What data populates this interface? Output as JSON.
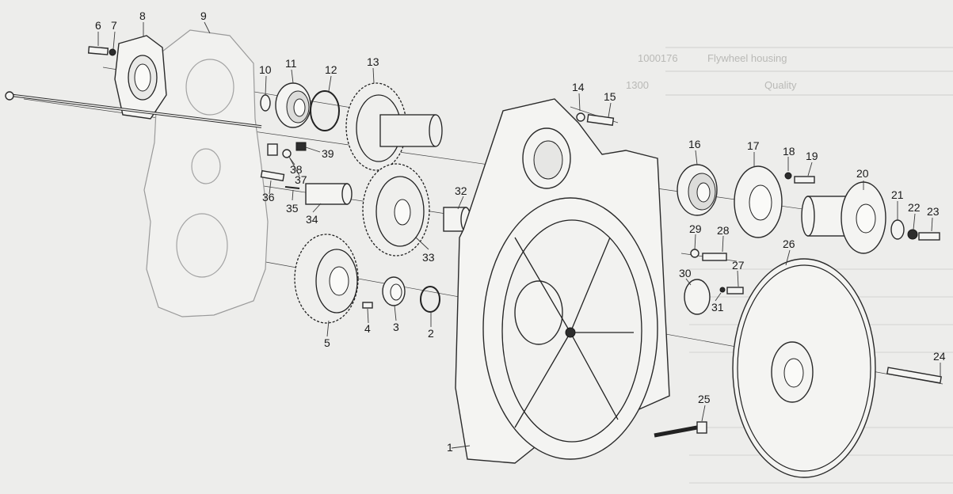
{
  "background_table": {
    "rows": [
      {
        "code": "1000176",
        "name": "Flywheel housing"
      },
      {
        "code": "1300",
        "name": "Quality"
      }
    ]
  },
  "callouts": [
    {
      "id": "c1",
      "label": "1"
    },
    {
      "id": "c2",
      "label": "2"
    },
    {
      "id": "c3",
      "label": "3"
    },
    {
      "id": "c4",
      "label": "4"
    },
    {
      "id": "c5",
      "label": "5"
    },
    {
      "id": "c6",
      "label": "6"
    },
    {
      "id": "c7",
      "label": "7"
    },
    {
      "id": "c8",
      "label": "8"
    },
    {
      "id": "c9",
      "label": "9"
    },
    {
      "id": "c10",
      "label": "10"
    },
    {
      "id": "c11",
      "label": "11"
    },
    {
      "id": "c12",
      "label": "12"
    },
    {
      "id": "c13",
      "label": "13"
    },
    {
      "id": "c14",
      "label": "14"
    },
    {
      "id": "c15",
      "label": "15"
    },
    {
      "id": "c16",
      "label": "16"
    },
    {
      "id": "c17",
      "label": "17"
    },
    {
      "id": "c18",
      "label": "18"
    },
    {
      "id": "c19",
      "label": "19"
    },
    {
      "id": "c20",
      "label": "20"
    },
    {
      "id": "c21",
      "label": "21"
    },
    {
      "id": "c22",
      "label": "22"
    },
    {
      "id": "c23",
      "label": "23"
    },
    {
      "id": "c24",
      "label": "24"
    },
    {
      "id": "c25",
      "label": "25"
    },
    {
      "id": "c26",
      "label": "26"
    },
    {
      "id": "c27",
      "label": "27"
    },
    {
      "id": "c28",
      "label": "28"
    },
    {
      "id": "c29",
      "label": "29"
    },
    {
      "id": "c30",
      "label": "30"
    },
    {
      "id": "c31",
      "label": "31"
    },
    {
      "id": "c32",
      "label": "32"
    },
    {
      "id": "c33",
      "label": "33"
    },
    {
      "id": "c34",
      "label": "34"
    },
    {
      "id": "c35",
      "label": "35"
    },
    {
      "id": "c36",
      "label": "36"
    },
    {
      "id": "c37",
      "label": "37"
    },
    {
      "id": "c38",
      "label": "38"
    },
    {
      "id": "c39",
      "label": "39"
    }
  ]
}
